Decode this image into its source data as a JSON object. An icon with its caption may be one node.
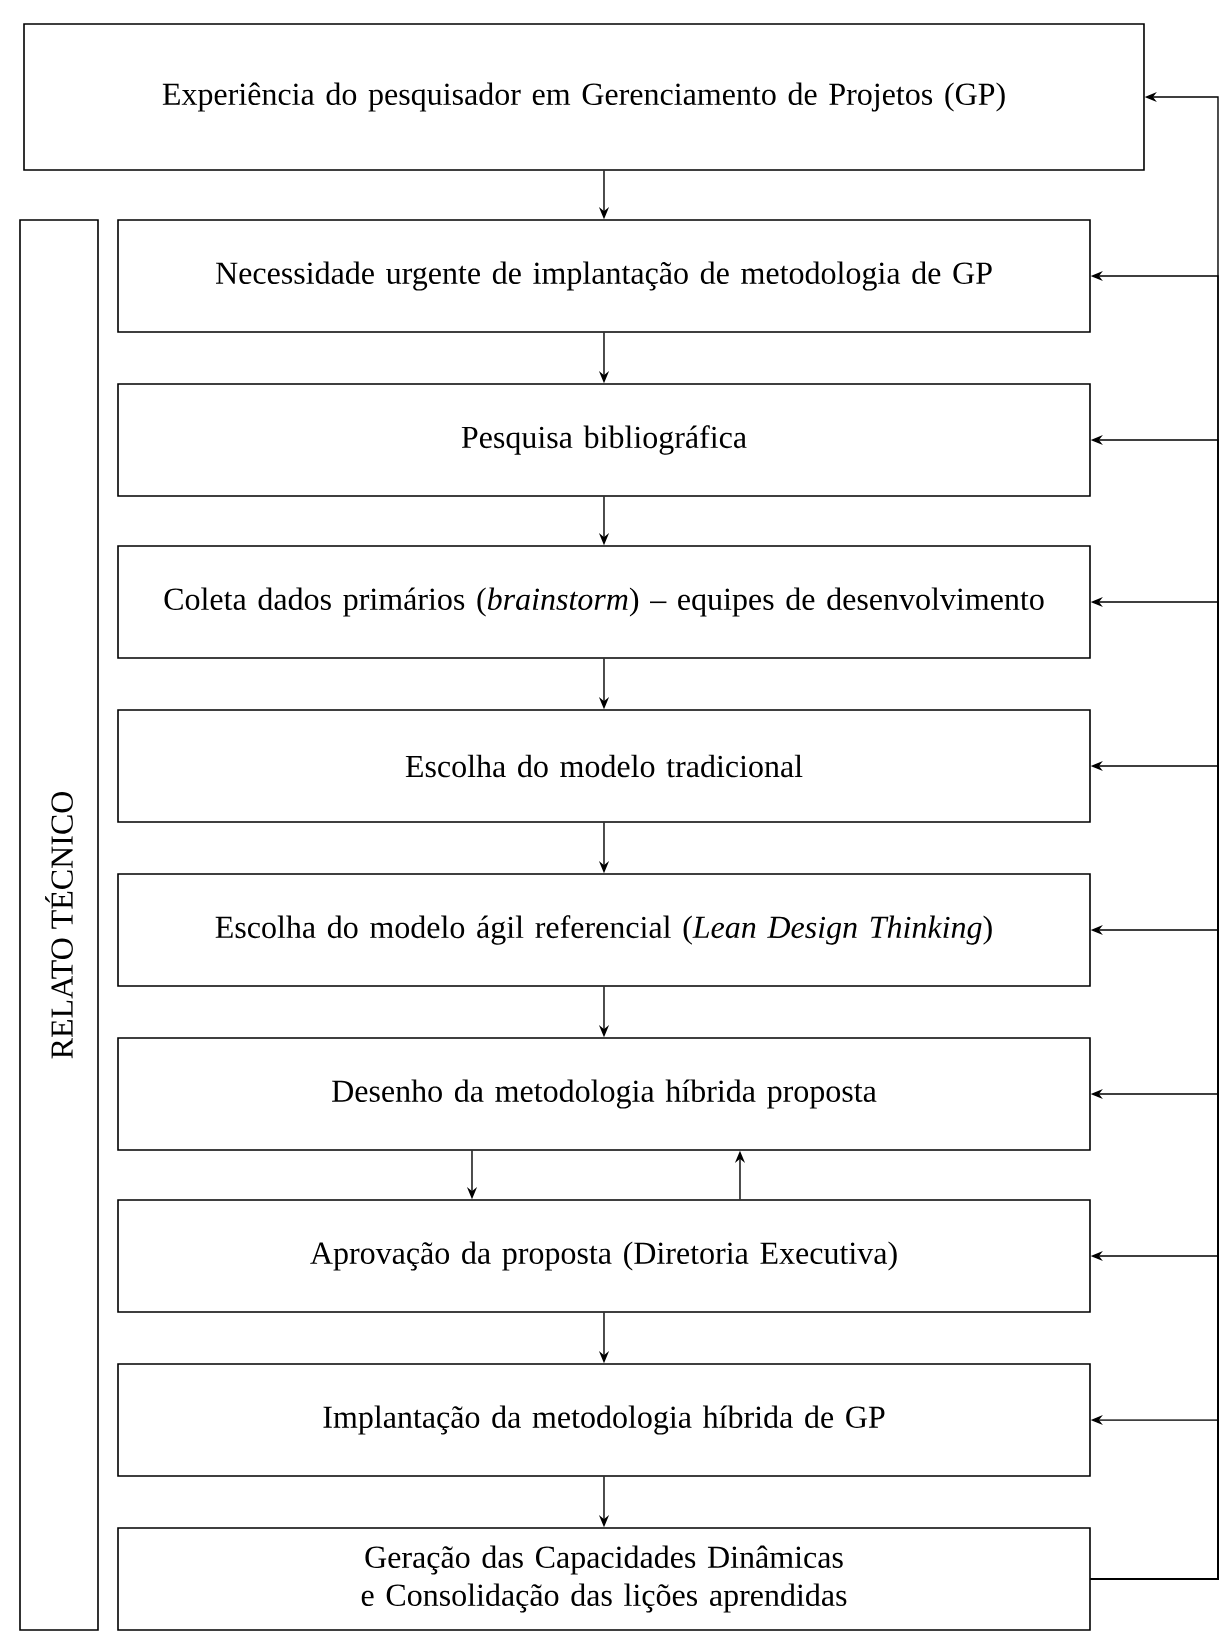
{
  "diagram": {
    "nodes": [
      {
        "text": [
          "Experiência do pesquisador em Gerenciamento de Projetos (GP)"
        ]
      },
      {
        "text": [
          "RELATO TÉCNICO"
        ]
      },
      {
        "text": [
          "Necessidade urgente de implantação de metodologia de GP"
        ]
      },
      {
        "text": [
          "Pesquisa bibliográfica"
        ]
      },
      {
        "text": [
          "Coleta dados primários (*brainstorm*) – equipes de desenvolvimento"
        ]
      },
      {
        "text": [
          "Escolha do modelo tradicional"
        ]
      },
      {
        "text": [
          "Escolha do modelo ágil referencial (*Lean Design Thinking*)"
        ]
      },
      {
        "text": [
          "Desenho da metodologia híbrida proposta"
        ]
      },
      {
        "text": [
          "Aprovação da proposta (Diretoria Executiva)"
        ]
      },
      {
        "text": [
          "Implantação da metodologia híbrida de GP"
        ]
      },
      {
        "text": [
          "Geração das Capacidades Dinâmicas e Consolidação das lições aprendidas"
        ]
      }
    ],
    "edges": [
      {
        "from": 0,
        "to": 2,
        "arrow": "to"
      },
      {
        "from": 2,
        "to": 3,
        "arrow": "to"
      },
      {
        "from": 3,
        "to": 4,
        "arrow": "to"
      },
      {
        "from": 4,
        "to": 5,
        "arrow": "to"
      },
      {
        "from": 5,
        "to": 6,
        "arrow": "to"
      },
      {
        "from": 6,
        "to": 7,
        "arrow": "to"
      },
      {
        "from": 7,
        "to": 8,
        "arrow": "to"
      },
      {
        "from": 8,
        "to": 7,
        "arrow": "to"
      },
      {
        "from": 8,
        "to": 9,
        "arrow": "to"
      },
      {
        "from": 9,
        "to": 10,
        "arrow": "to"
      },
      {
        "from": 10,
        "to": 0,
        "arrow": "to"
      },
      {
        "from": 10,
        "to": 2,
        "arrow": "to"
      },
      {
        "from": 10,
        "to": 3,
        "arrow": "to"
      },
      {
        "from": 10,
        "to": 4,
        "arrow": "to"
      },
      {
        "from": 10,
        "to": 5,
        "arrow": "to"
      },
      {
        "from": 10,
        "to": 6,
        "arrow": "to"
      },
      {
        "from": 10,
        "to": 7,
        "arrow": "to"
      },
      {
        "from": 10,
        "to": 8,
        "arrow": "to"
      },
      {
        "from": 10,
        "to": 9,
        "arrow": "to"
      }
    ]
  }
}
